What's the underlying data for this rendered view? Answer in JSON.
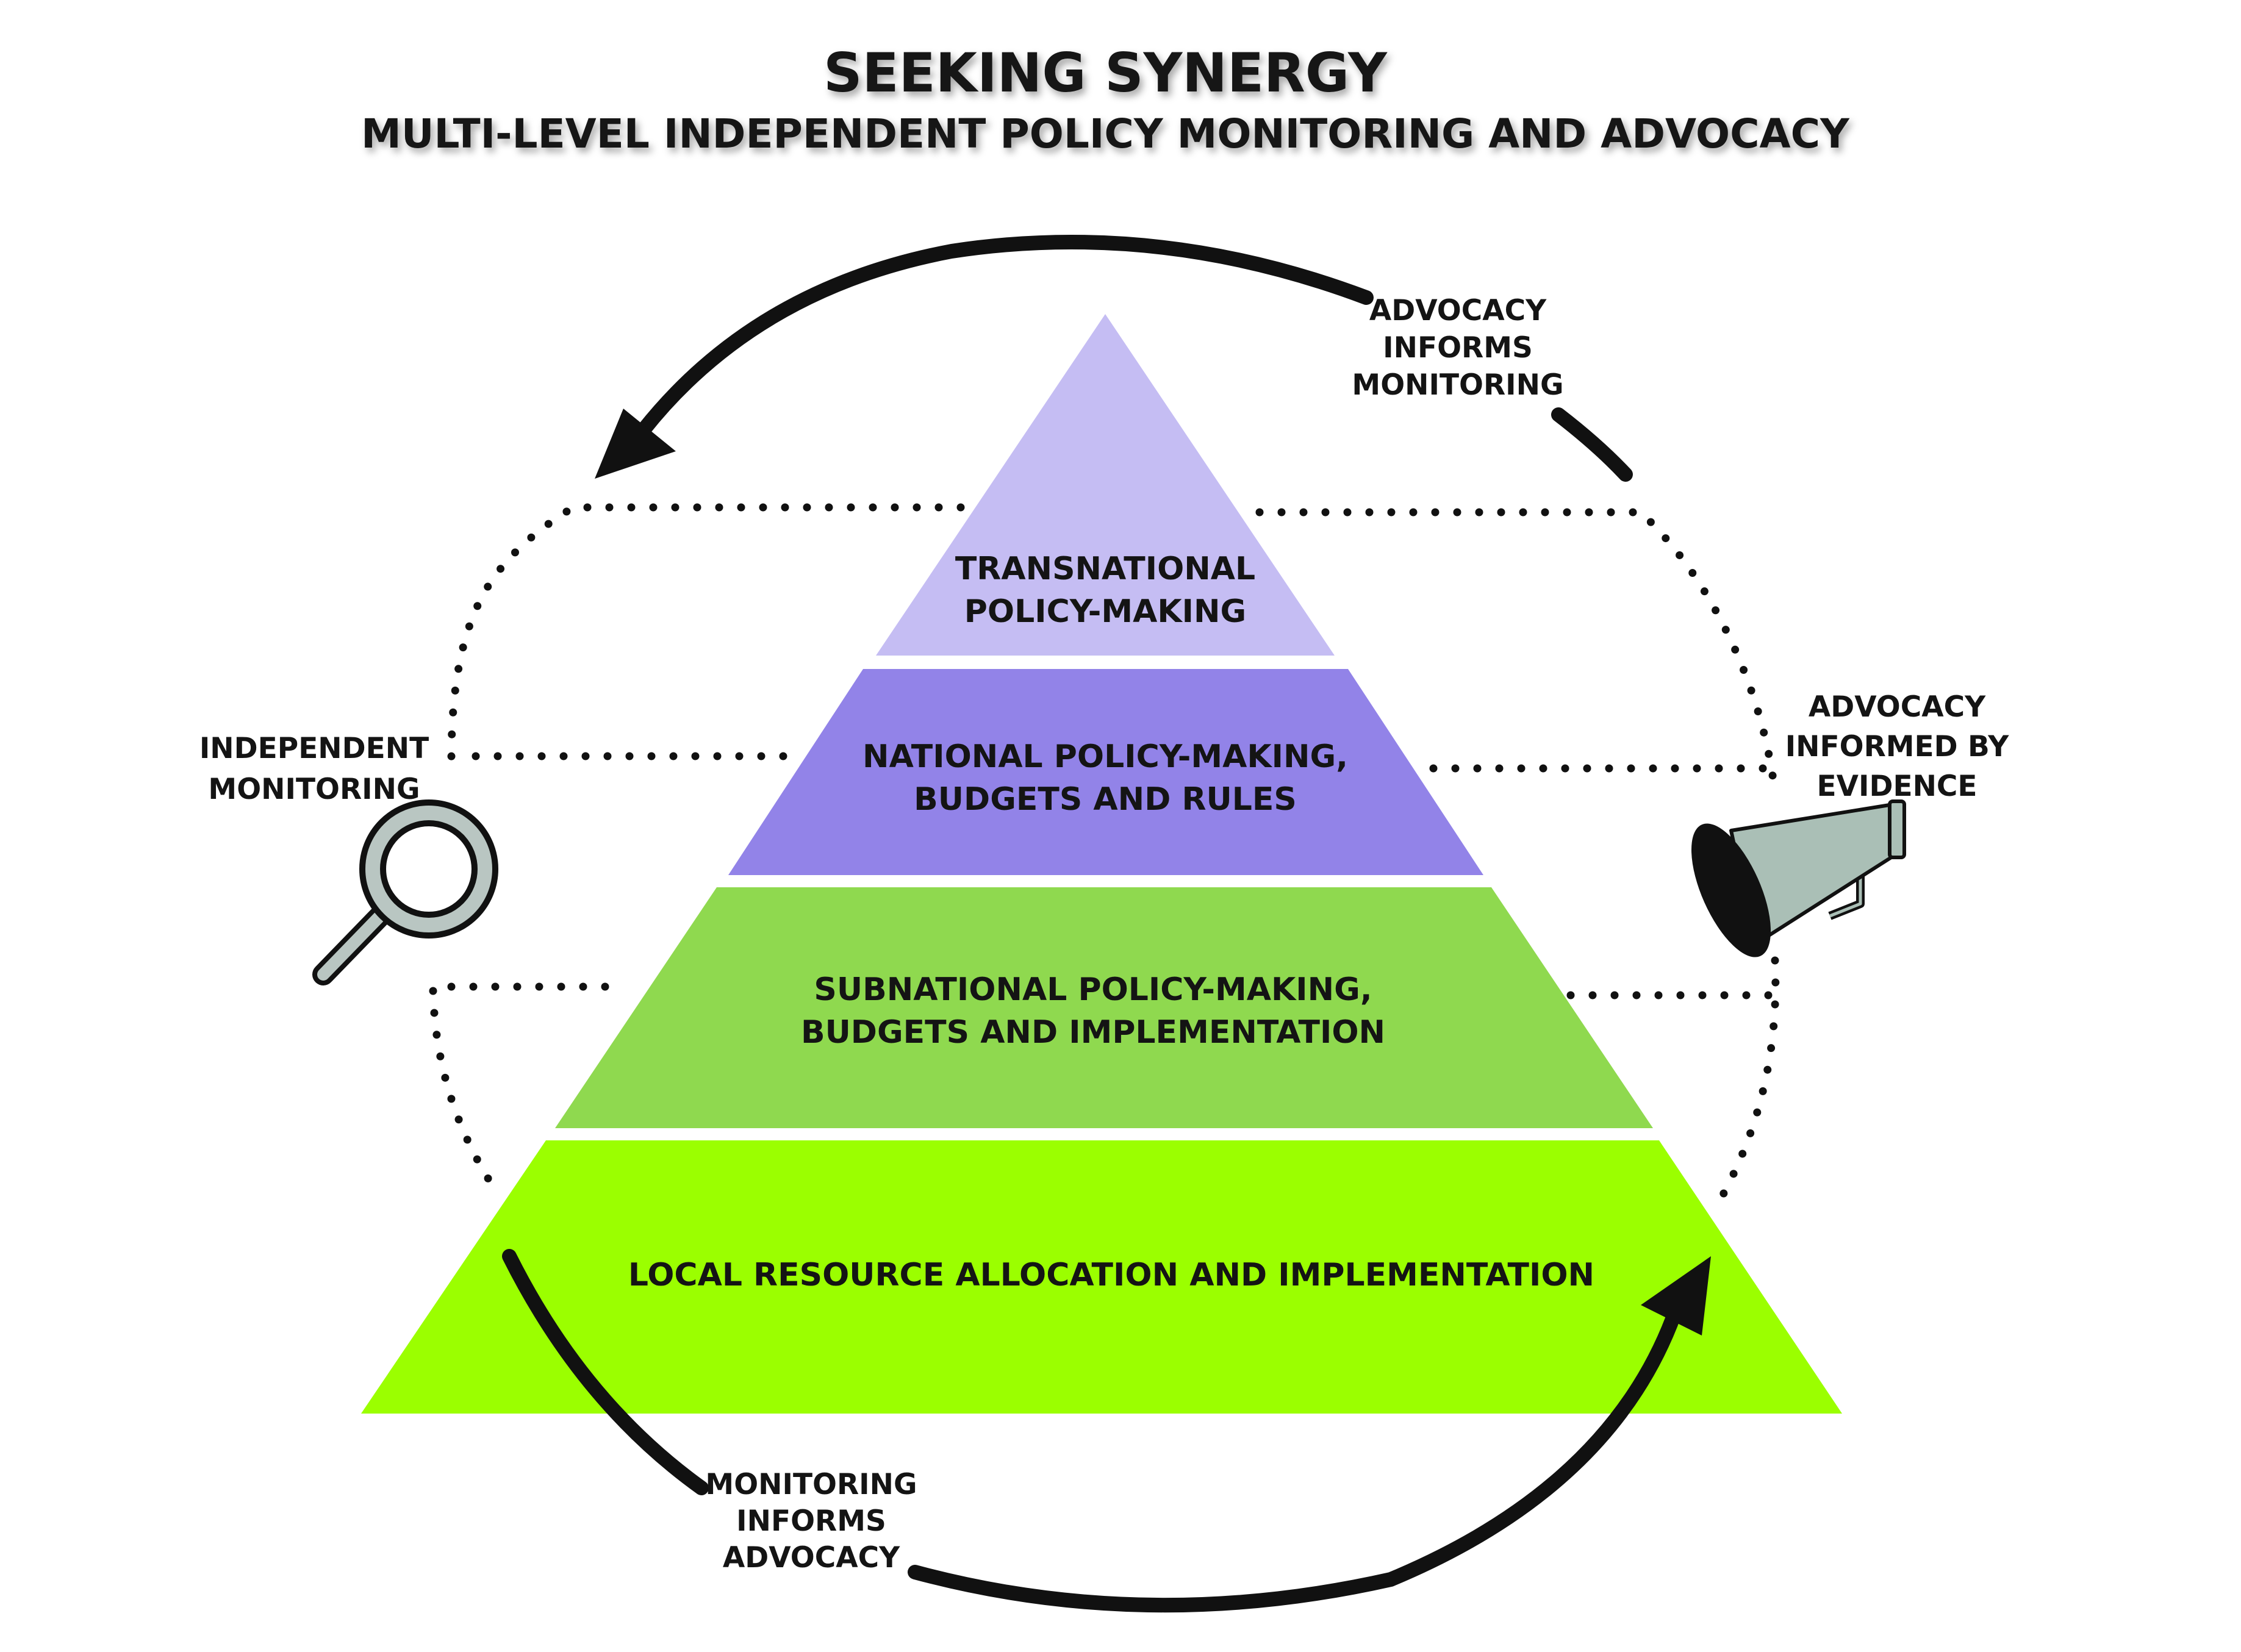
{
  "title": "SEEKING SYNERGY",
  "subtitle": "MULTI-LEVEL INDEPENDENT POLICY MONITORING AND ADVOCACY",
  "pyramid": {
    "tiers": [
      {
        "line1": "TRANSNATIONAL",
        "line2": "POLICY-MAKING",
        "color": "#c5bdf3"
      },
      {
        "line1": "NATIONAL POLICY-MAKING,",
        "line2": "BUDGETS AND RULES",
        "color": "#9283e8"
      },
      {
        "line1": "SUBNATIONAL POLICY-MAKING,",
        "line2": "BUDGETS AND IMPLEMENTATION",
        "color": "#8fd94f"
      },
      {
        "line1": "LOCAL RESOURCE ALLOCATION AND IMPLEMENTATION",
        "color": "#9bff00"
      }
    ]
  },
  "labels": {
    "advocacy_informs_monitoring": [
      "ADVOCACY",
      "INFORMS",
      "MONITORING"
    ],
    "independent_monitoring": [
      "INDEPENDENT",
      "MONITORING"
    ],
    "advocacy_informed_by_evidence": [
      "ADVOCACY",
      "INFORMED BY",
      "EVIDENCE"
    ],
    "monitoring_informs_advocacy": [
      "MONITORING",
      "INFORMS",
      "ADVOCACY"
    ]
  },
  "icons": {
    "monitoring": "magnifying-glass-icon",
    "advocacy": "megaphone-icon"
  },
  "colors": {
    "text": "#141414",
    "arrows": "#111111",
    "megaphone": "#aabfb6",
    "lens": "#b9c6c2"
  }
}
